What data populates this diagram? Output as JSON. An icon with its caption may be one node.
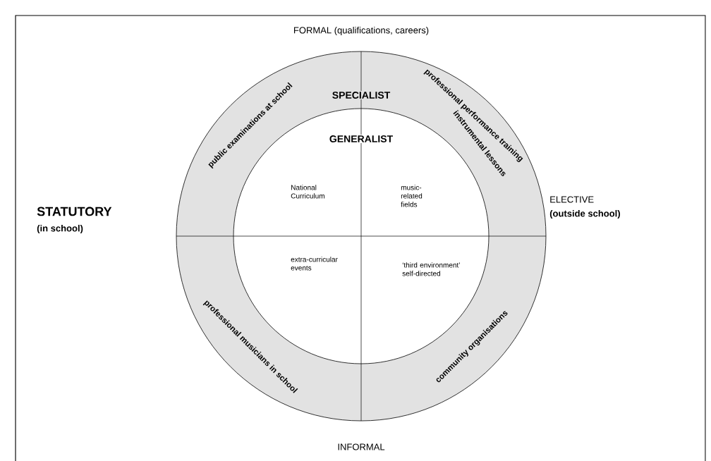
{
  "diagram": {
    "nodes": [
      {
        "text": [
          "SPECIALIST"
        ]
      },
      {
        "text": [
          "GENERALIST"
        ],
        "in": 0
      }
    ],
    "labels": [
      "FORMAL (qualifications, careers)",
      "STATUTORY",
      "(in school)",
      "ELECTIVE",
      "(outside school)",
      "public examinations at school",
      "professional performance training",
      "instrumental lessons",
      "National Curriculum",
      "music-related fields",
      "extra-curricular events",
      "‘third environment’ self-directed",
      "professional musicians in school",
      "community organisations",
      "INFORMAL"
    ]
  }
}
